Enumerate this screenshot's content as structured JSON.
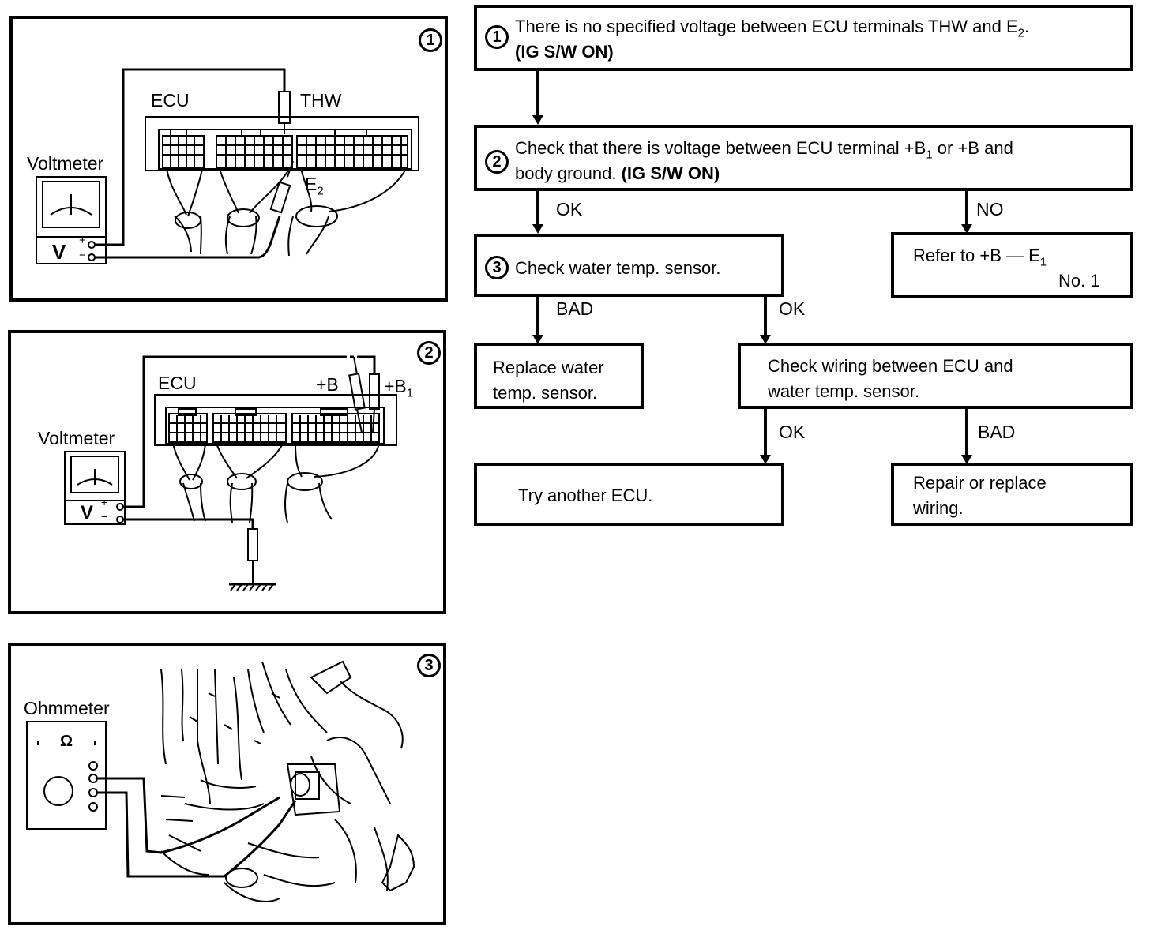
{
  "panels": {
    "p1": {
      "number": "1",
      "ecu": "ECU",
      "thw": "THW",
      "e2": "E",
      "e2_sub": "2",
      "meter": "Voltmeter",
      "v": "V",
      "plus": "+",
      "minus": "−"
    },
    "p2": {
      "number": "2",
      "ecu": "ECU",
      "b": "+B",
      "b1": "+B",
      "b1_sub": "1",
      "meter": "Voltmeter",
      "v": "V",
      "plus": "+",
      "minus": "−"
    },
    "p3": {
      "number": "3",
      "meter": "Ohmmeter",
      "omega": "Ω"
    }
  },
  "flow": {
    "step1": {
      "num": "1",
      "line1_a": "There is no specified voltage between ECU terminals THW and E",
      "line1_sub": "2",
      "line1_b": ".",
      "line2": "(IG S/W ON)"
    },
    "step2": {
      "num": "2",
      "line1_a": "Check that there is voltage between ECU terminal +B",
      "line1_sub": "1",
      "line1_b": " or +B and",
      "line2_a": "body ground.",
      "line2_b": "(IG S/W ON)"
    },
    "step3": {
      "num": "3",
      "text": "Check water temp. sensor."
    },
    "refer": {
      "line1_a": "Refer to +B — E",
      "line1_sub": "1",
      "line2": "No. 1"
    },
    "replace": {
      "line1": "Replace water",
      "line2": "temp. sensor."
    },
    "wiring": {
      "line1": "Check wiring between ECU and",
      "line2": "water temp. sensor."
    },
    "ecu": {
      "text": "Try another ECU."
    },
    "repair": {
      "line1": "Repair or replace",
      "line2": "wiring."
    },
    "labels": {
      "ok1": "OK",
      "no1": "NO",
      "bad1": "BAD",
      "ok2": "OK",
      "ok3": "OK",
      "bad2": "BAD"
    }
  }
}
